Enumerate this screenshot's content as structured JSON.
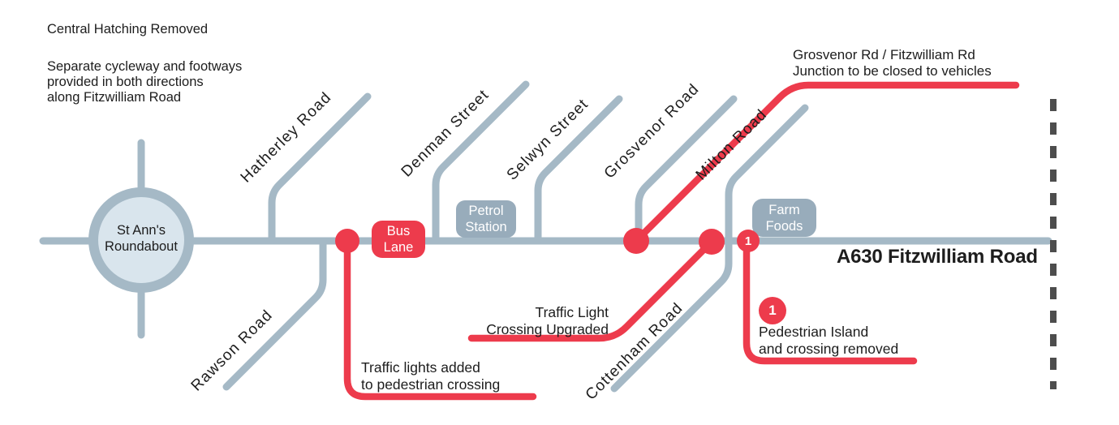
{
  "colors": {
    "red": "#ED3B4C",
    "road_gray_blue": "#A5B9C6",
    "badge_gray": "#98ACBB",
    "roundabout_fill": "#D9E5ED",
    "dash_gray": "#4D4D4D",
    "text": "#1D1D1D"
  },
  "notes": {
    "central_hatching": "Central Hatching Removed",
    "cycleway": "Separate cycleway and footways\nprovided in both directions\nalong Fitzwilliam Road",
    "junction_closed": "Grosvenor Rd / Fitzwilliam Rd\nJunction to be closed to vehicles",
    "crossing_upgraded": "Traffic Light\nCrossing Upgraded",
    "lights_added": "Traffic  lights added\nto pedestrian crossing",
    "island_removed": "Pedestrian Island\nand crossing removed"
  },
  "roundabout": {
    "label": "St Ann's\nRoundabout"
  },
  "main_road": {
    "label": "A630 Fitzwilliam Road"
  },
  "streets": [
    "Hatherley Road",
    "Rawson Road",
    "Denman Street",
    "Selwyn Street",
    "Grosvenor Road",
    "Milton Road",
    "Cottenham Road"
  ],
  "badges": {
    "bus_lane": "Bus\nLane",
    "petrol_station": "Petrol\nStation",
    "farm_foods": "Farm\nFoods"
  },
  "markers": {
    "island_node": "1",
    "island_callout": "1"
  }
}
